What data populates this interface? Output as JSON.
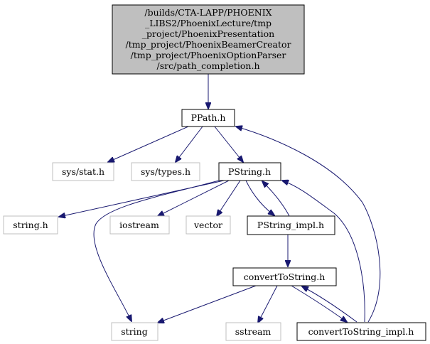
{
  "diagram": {
    "root": {
      "lines": [
        "/builds/CTA-LAPP/PHOENIX",
        "_LIBS2/PhoenixLecture/tmp",
        "_project/PhoenixPresentation",
        "/tmp_project/PhoenixBeamerCreator",
        "/tmp_project/PhoenixOptionParser",
        "/src/path_completion.h"
      ]
    },
    "nodes": {
      "ppath": "PPath.h",
      "sys_stat": "sys/stat.h",
      "sys_types": "sys/types.h",
      "pstring": "PString.h",
      "string_h": "string.h",
      "iostream": "iostream",
      "vector": "vector",
      "pstring_impl": "PString_impl.h",
      "convert": "convertToString.h",
      "string": "string",
      "sstream": "sstream",
      "convert_impl": "convertToString_impl.h"
    },
    "colors": {
      "edge": "#191970",
      "root_fill": "#bfbfbf",
      "system_border": "#bfbfbf",
      "normal_border": "#000000"
    }
  }
}
